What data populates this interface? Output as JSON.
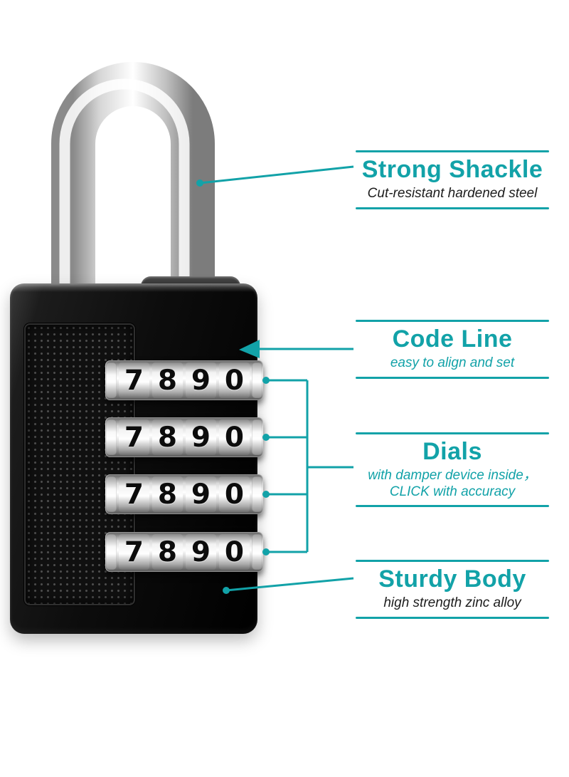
{
  "colors": {
    "accent": "#12a2a8",
    "subtitle_dark": "#1d1d1d",
    "background": "#ffffff",
    "lock_body": "#0d0d0d",
    "shackle_chrome": "#d8d8d8"
  },
  "padlock": {
    "dial_rows": [
      {
        "digits": [
          "7",
          "8",
          "9",
          "0"
        ]
      },
      {
        "digits": [
          "7",
          "8",
          "9",
          "0"
        ]
      },
      {
        "digits": [
          "7",
          "8",
          "9",
          "0"
        ]
      },
      {
        "digits": [
          "7",
          "8",
          "9",
          "0"
        ]
      }
    ]
  },
  "callouts": [
    {
      "title": "Strong Shackle",
      "subtitle": "Cut-resistant hardened steel"
    },
    {
      "title": "Code Line",
      "subtitle": "easy to align and set"
    },
    {
      "title": "Dials",
      "subtitle": "with damper device inside，\nCLICK with accuracy"
    },
    {
      "title": "Sturdy Body",
      "subtitle": "high strength zinc alloy"
    }
  ]
}
